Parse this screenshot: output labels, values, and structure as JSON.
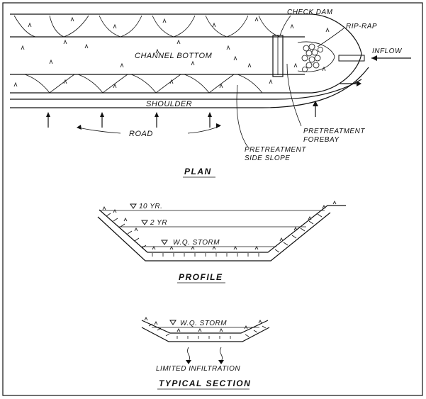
{
  "plan": {
    "title": "PLAN",
    "labels": {
      "check_dam": "CHECK DAM",
      "rip_rap": "RIP-RAP",
      "inflow": "INFLOW",
      "channel_bottom": "CHANNEL BOTTOM",
      "shoulder": "SHOULDER",
      "road": "ROAD",
      "pretreatment_forebay_1": "PRETREATMENT",
      "pretreatment_forebay_2": "FOREBAY",
      "pretreatment_side_slope_1": "PRETREATMENT",
      "pretreatment_side_slope_2": "SIDE SLOPE"
    }
  },
  "profile": {
    "title": "PROFILE",
    "labels": {
      "ten_yr": "10 YR.",
      "two_yr": "2 YR",
      "wq_storm": "W.Q. STORM"
    }
  },
  "typical_section": {
    "title": "TYPICAL SECTION",
    "labels": {
      "wq_storm": "W.Q. STORM",
      "limited_infiltration": "LIMITED INFILTRATION"
    }
  }
}
